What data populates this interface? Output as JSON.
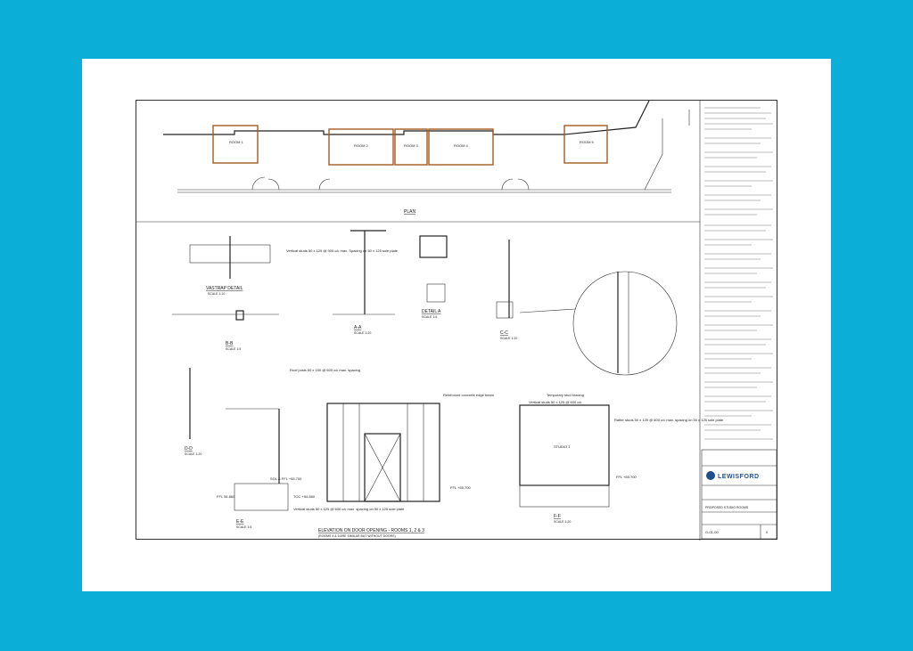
{
  "sheet": {
    "plan_title": "PLAN",
    "elevation_title": "ELEVATION ON DOOR OPENING - ROOMS 1, 2 & 3",
    "elevation_subtitle": "(ROOMS 4 & 5 ARE SIMILAR BUT WITHOUT DOORS)",
    "labels": {
      "a": "ROOM 1",
      "b": "ROOM 2",
      "c": "ROOM 3",
      "d": "ROOM 4",
      "e": "ROOM 5"
    },
    "details": [
      {
        "title": "VASTRAP DETAIL",
        "scale": "SCALE 1:10"
      },
      {
        "title": "B-B",
        "scale": "SCALE 1:5"
      },
      {
        "title": "A-A",
        "scale": "SCALE 1:20"
      },
      {
        "title": "DETAIL A",
        "scale": "SCALE 1:5"
      },
      {
        "title": "C-C",
        "scale": "SCALE 1:20"
      },
      {
        "title": "E-E",
        "scale": "SCALE 1:5"
      },
      {
        "title": "D-D",
        "scale": "SCALE 1:20"
      },
      {
        "title": "F-F",
        "scale": "SCALE 1:20"
      },
      {
        "title": "STUDIO 1",
        "scale": ""
      }
    ],
    "levels": {
      "ffl1": "FFL +55.700",
      "ffl2": "FFL 54.860",
      "ffl3": "FFL +55.700",
      "toc": "TOC +54.860",
      "sol": "SOL & FFL +55.700"
    },
    "callouts": {
      "c1": "Vertical studs 50 x 125 @ 900 c/c max. Spacing on 50 x 125 sole plate",
      "c2": "Roof joists 50 x 150 @ 600 c/c max. spacing",
      "c3": "Vertical studs 50 x 125 @ 600 c/c max. spacing on 50 x 125 sole plate",
      "c4": "Reinforced concrete edge beam",
      "c5": "Rafter studs 50 x 125 @ 600 c/c max. spacing on 50 x 125 sole plate",
      "c6": "Vertical studs 50 x 125 @ 600 c/c",
      "c7": "Temporary stud bracing"
    },
    "titleblock": {
      "company": "LEWISFORD",
      "project": "PROPOSED STUDIO ROOMS",
      "drawing_no": "G-01-00",
      "revision": "0"
    }
  },
  "colors": {
    "background": "#0aaed6",
    "paper": "#ffffff",
    "line": "#333333",
    "wall": "#a35a1f",
    "logo": "#1f4f8f"
  }
}
